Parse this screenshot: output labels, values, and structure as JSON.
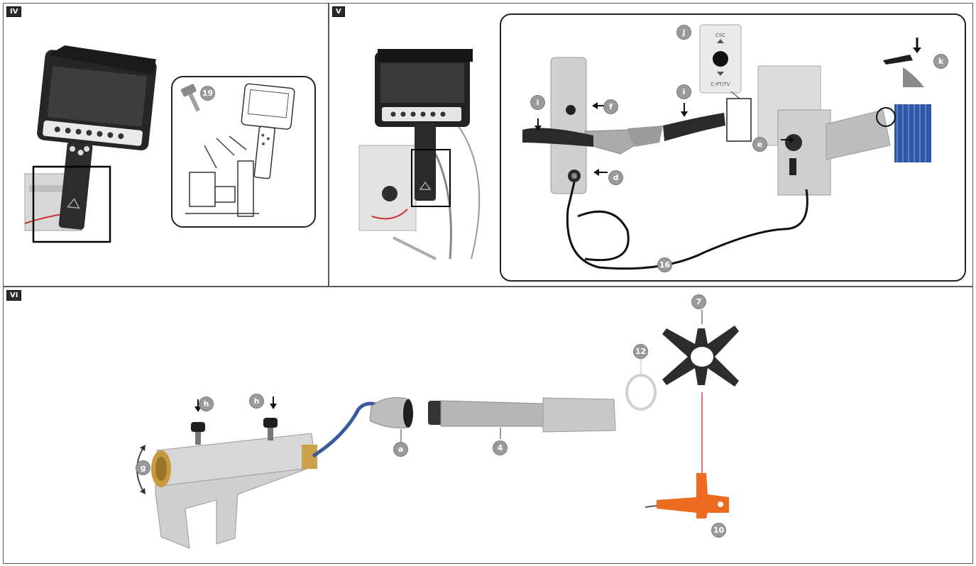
{
  "panels": {
    "iv": {
      "tag": "IV"
    },
    "v": {
      "tag": "V"
    },
    "vi": {
      "tag": "VI"
    }
  },
  "callouts": {
    "c19": "19",
    "cf": "f",
    "ci_left": "i",
    "ci_right": "i",
    "cj": "j",
    "ck": "k",
    "cd": "d",
    "ce": "e",
    "c16": "16",
    "ch_left": "h",
    "ch_right": "h",
    "cg": "g",
    "ca": "a",
    "c4": "4",
    "c12": "12",
    "c7": "7",
    "c10": "10"
  },
  "switch_plate": {
    "top": "CSC",
    "bottom": "C-PT/TV"
  },
  "colors": {
    "panel_border": "#5a5a5a",
    "callout_fill": "#9a9a9a",
    "tool_orange": "#ee6a1e",
    "cable_blue": "#3a5a9a",
    "brass": "#c9a24a",
    "monitor_dark": "#1f1f1f"
  }
}
